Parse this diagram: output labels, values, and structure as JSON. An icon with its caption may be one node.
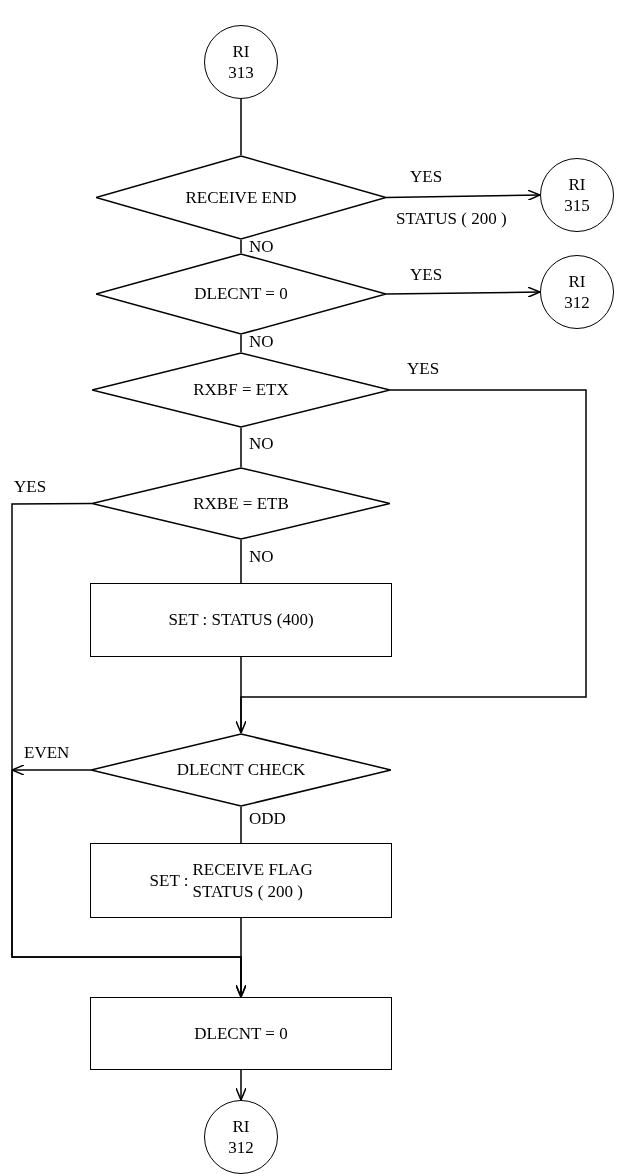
{
  "diagram": {
    "nodes": [
      {
        "text": [
          "RI 313"
        ]
      },
      {
        "text": [
          "RECEIVE END"
        ]
      },
      {
        "text": [
          "RI 315"
        ]
      },
      {
        "text": [
          "DLECNT = 0"
        ]
      },
      {
        "text": [
          "RI 312"
        ]
      },
      {
        "text": [
          "RXBF = ETX"
        ]
      },
      {
        "text": [
          "RXBE = ETB"
        ]
      },
      {
        "text": [
          "SET : STATUS (400)"
        ]
      },
      {
        "text": [
          "DLECNT CHECK"
        ]
      },
      {
        "text": [
          "SET :",
          "RECEIVE FLAG STATUS ( 200 )"
        ]
      },
      {
        "text": [
          "DLECNT = 0"
        ]
      },
      {
        "text": [
          "RI 312"
        ]
      }
    ],
    "edges": [
      {
        "from": 0,
        "to": 1,
        "arrow": "none"
      },
      {
        "from": 1,
        "to": 2,
        "arrow": "to",
        "label": "YES"
      },
      {
        "from": 1,
        "to": 3,
        "arrow": "none",
        "label": "NO"
      },
      {
        "from": 3,
        "to": 4,
        "arrow": "to",
        "label": "YES"
      },
      {
        "from": 3,
        "to": 5,
        "arrow": "none",
        "label": "NO"
      },
      {
        "from": 5,
        "to": 8,
        "arrow": "to",
        "label": "YES"
      },
      {
        "from": 5,
        "to": 6,
        "arrow": "none",
        "label": "NO"
      },
      {
        "from": 6,
        "to": 10,
        "arrow": "to",
        "label": "YES"
      },
      {
        "from": 6,
        "to": 7,
        "arrow": "none",
        "label": "NO"
      },
      {
        "from": 7,
        "to": 8,
        "arrow": "none"
      },
      {
        "from": 8,
        "to": 10,
        "arrow": "to",
        "label": "EVEN"
      },
      {
        "from": 8,
        "to": 9,
        "arrow": "none",
        "label": "ODD"
      },
      {
        "from": 9,
        "to": 10,
        "arrow": "none"
      },
      {
        "from": 10,
        "to": 11,
        "arrow": "to"
      }
    ],
    "labels": [
      "STATUS ( 200 )"
    ]
  }
}
